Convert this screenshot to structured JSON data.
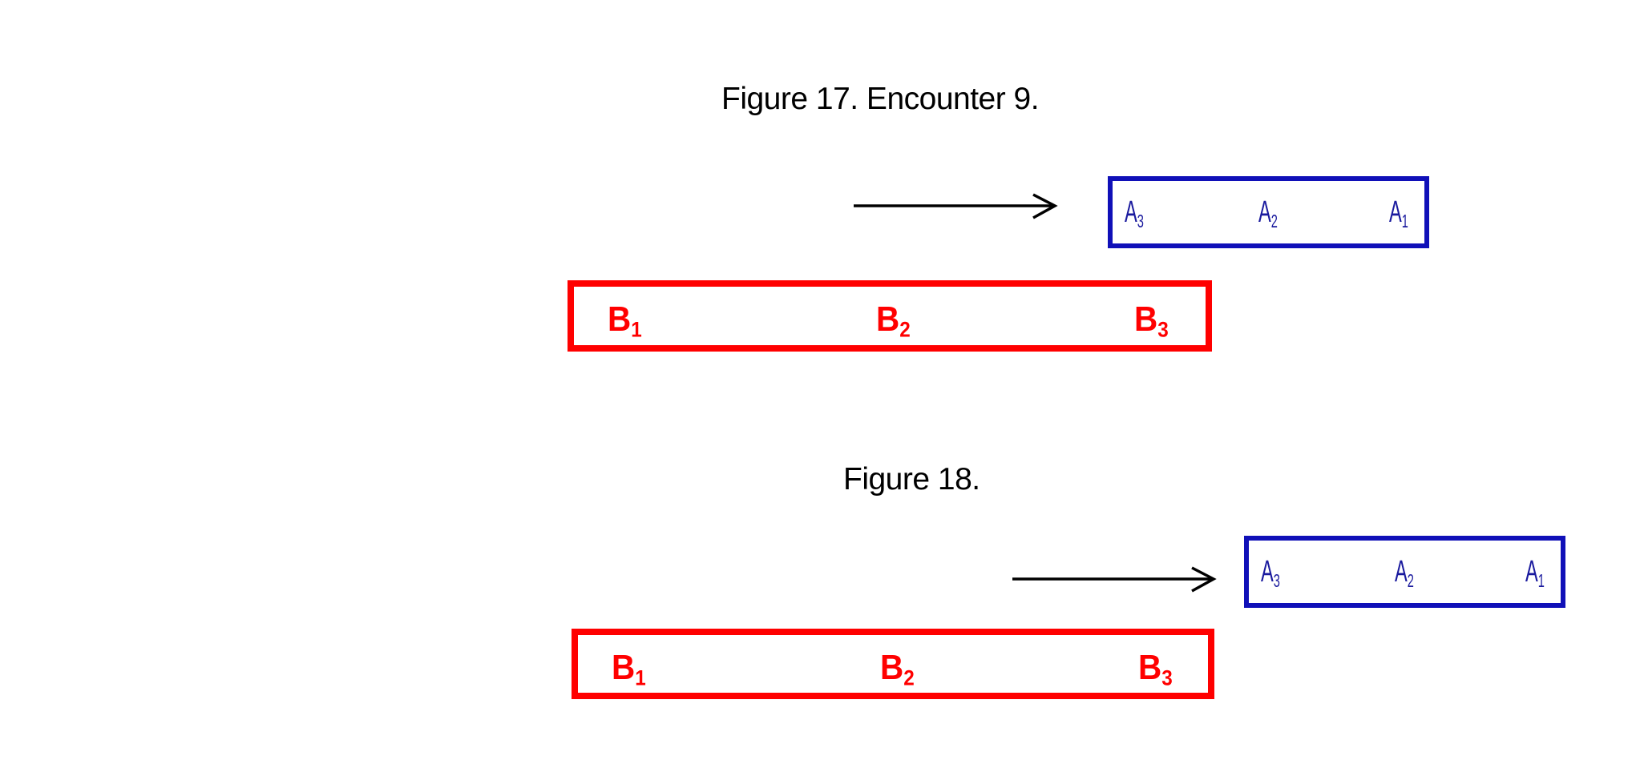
{
  "figures": [
    {
      "title": "Figure 17. Encounter 9.",
      "arrow": {
        "direction": "right",
        "color": "#000000"
      },
      "train_a": {
        "color": "#1010b8",
        "labels": [
          {
            "base": "A",
            "sub": "3"
          },
          {
            "base": "A",
            "sub": "2"
          },
          {
            "base": "A",
            "sub": "1"
          }
        ]
      },
      "train_b": {
        "color": "#ff0000",
        "labels": [
          {
            "base": "B",
            "sub": "1"
          },
          {
            "base": "B",
            "sub": "2"
          },
          {
            "base": "B",
            "sub": "3"
          }
        ]
      }
    },
    {
      "title": "Figure 18.",
      "arrow": {
        "direction": "right",
        "color": "#000000"
      },
      "train_a": {
        "color": "#1010b8",
        "labels": [
          {
            "base": "A",
            "sub": "3"
          },
          {
            "base": "A",
            "sub": "2"
          },
          {
            "base": "A",
            "sub": "1"
          }
        ]
      },
      "train_b": {
        "color": "#ff0000",
        "labels": [
          {
            "base": "B",
            "sub": "1"
          },
          {
            "base": "B",
            "sub": "2"
          },
          {
            "base": "B",
            "sub": "3"
          }
        ]
      }
    }
  ]
}
